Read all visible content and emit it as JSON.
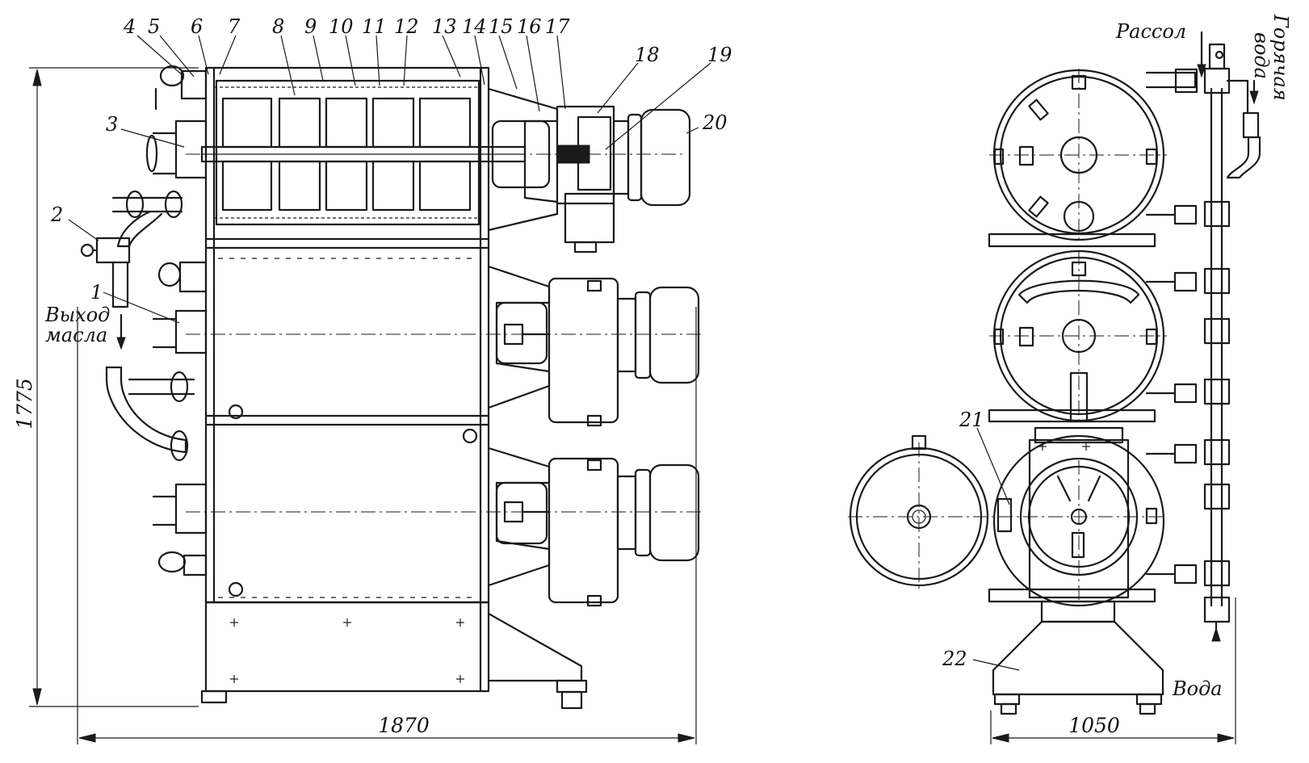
{
  "part_labels": [
    "1",
    "2",
    "3",
    "4",
    "5",
    "6",
    "7",
    "8",
    "9",
    "10",
    "11",
    "12",
    "13",
    "14",
    "15",
    "16",
    "17",
    "18",
    "19",
    "20",
    "21",
    "22"
  ],
  "captions": {
    "oil_out_line1": "Выход",
    "oil_out_line2": "масла",
    "brine": "Рассол",
    "hot_water_line1": "Горячая",
    "hot_water_line2": "вода",
    "water": "Вода"
  },
  "dimensions": {
    "height": "1775",
    "width_left": "1870",
    "width_right": "1050"
  },
  "colors": {
    "ink": "#1a1a1a",
    "background": "#ffffff"
  }
}
